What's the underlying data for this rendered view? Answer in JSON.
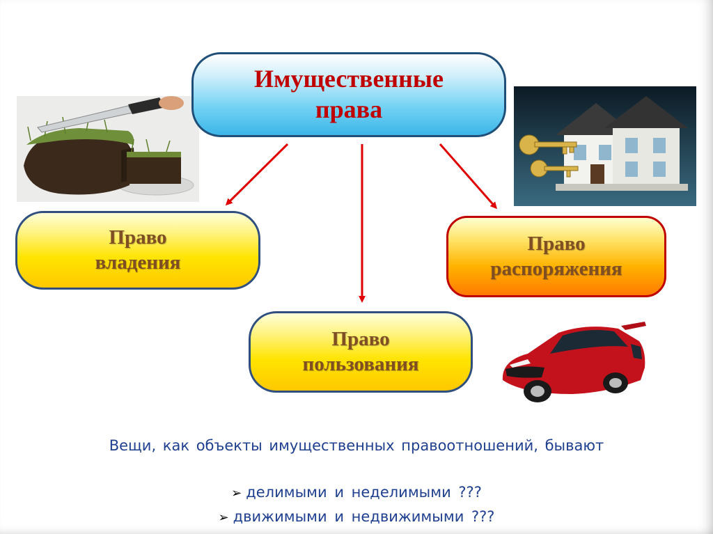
{
  "main_node": {
    "line1": "Имущественные",
    "line2": "права"
  },
  "nodes": {
    "ownership": {
      "line1": "Право",
      "line2": "владения"
    },
    "use": {
      "line1": "Право",
      "line2": "пользования"
    },
    "disposal": {
      "line1": "Право",
      "line2": "распоряжения"
    }
  },
  "caption": "Вещи, как объекты имущественных правоотношений, бывают",
  "bullets": [
    "делимыми и неделимыми ???",
    "движимыми и недвижимыми ???"
  ],
  "bullet_icon": "arrow-bullet-icon",
  "colors": {
    "arrows": "#e00000",
    "caption": "#1f3f8f",
    "main_text": "#c00000",
    "node_text": "#7f4e23"
  }
}
